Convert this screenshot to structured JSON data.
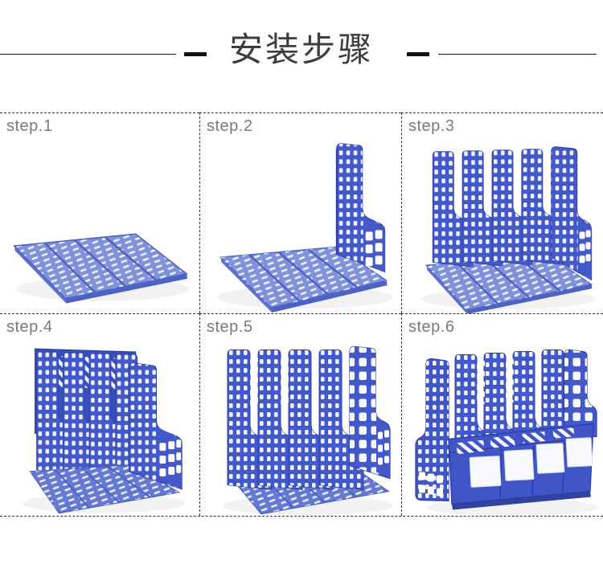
{
  "title": {
    "text": "安装步骤"
  },
  "steps": [
    {
      "label": "step.1",
      "image": "flat-base-panels"
    },
    {
      "label": "step.2",
      "image": "base-with-one-side-panel"
    },
    {
      "label": "step.3",
      "image": "base-with-five-dividers"
    },
    {
      "label": "step.4",
      "image": "assembled-rack-with-back-panel"
    },
    {
      "label": "step.5",
      "image": "assembled-rack-front-left-view"
    },
    {
      "label": "step.6",
      "image": "finished-rack-with-front-label-windows"
    }
  ],
  "colors": {
    "product_blue": "#4459c9",
    "product_light_blue": "#8093da",
    "title_text": "#3d3d3d",
    "step_label_text": "#7a7a7a",
    "grid_line": "#2f2f2f"
  }
}
